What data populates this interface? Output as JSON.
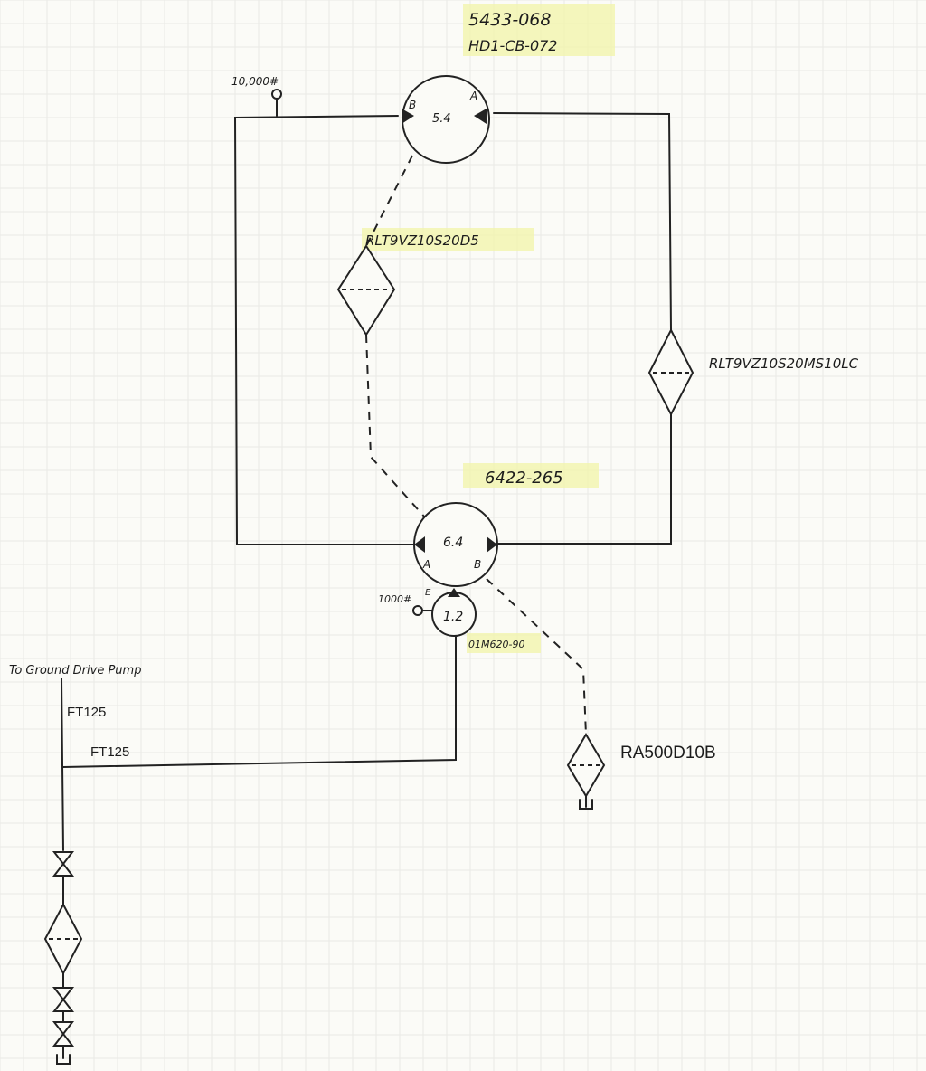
{
  "title_part": "5433-068",
  "title_subpart": "HD1-CB-072",
  "gauge_top": "10,000#",
  "motor_top_label": "5.4",
  "motor_top_port_b": "B",
  "motor_top_port_a": "A",
  "filter_left_label": "RLT9VZ10S20D5",
  "filter_right_label": "RLT9VZ10S20MS10LC",
  "pump_part": "6422-265",
  "pump_label": "6.4",
  "pump_port_a": "A",
  "pump_port_b": "B",
  "gauge_bottom": "1000#",
  "gauge_bottom_e": "E",
  "charge_pump_label": "1.2",
  "charge_pump_part": "01M620-90",
  "ground_drive_label": "To Ground Drive Pump",
  "hose_vertical": "FT125",
  "hose_horizontal": "FT125",
  "reservoir_filter_label": "RA500D10B",
  "colors": {
    "ink": "#222222",
    "highlight": "#f2f4a8",
    "paper": "#fbfbf7"
  }
}
